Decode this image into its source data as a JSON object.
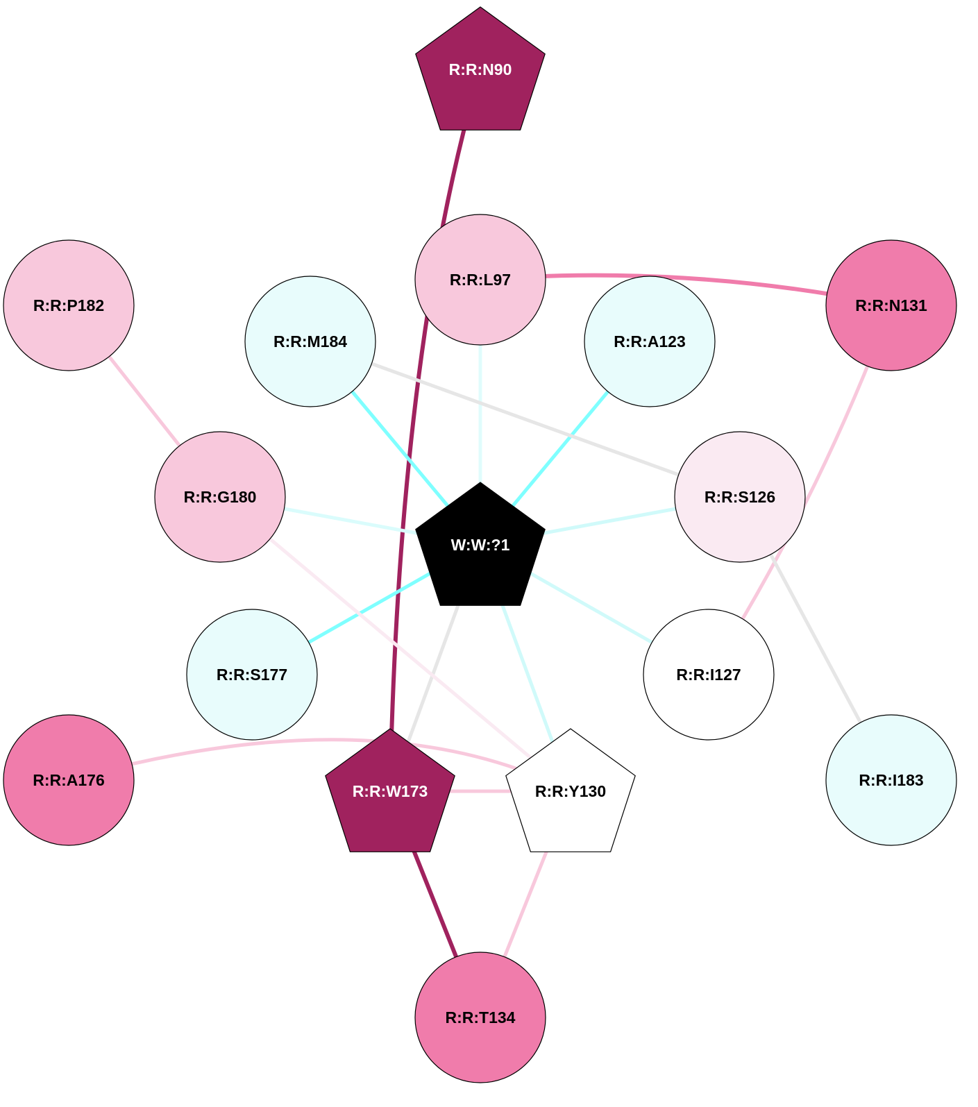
{
  "nodes": [
    {
      "id": "N90",
      "label": "R:R:N90",
      "shape": "pentagon",
      "fill": "#A0225E",
      "text": "#ffffff"
    },
    {
      "id": "L97",
      "label": "R:R:L97",
      "shape": "circle",
      "fill": "#F8C8DC",
      "text": "#000000"
    },
    {
      "id": "N131",
      "label": "R:R:N131",
      "shape": "circle",
      "fill": "#F07CAB",
      "text": "#000000"
    },
    {
      "id": "P182",
      "label": "R:R:P182",
      "shape": "circle",
      "fill": "#F8C8DC",
      "text": "#000000"
    },
    {
      "id": "M184",
      "label": "R:R:M184",
      "shape": "circle",
      "fill": "#E8FCFC",
      "text": "#000000"
    },
    {
      "id": "A123",
      "label": "R:R:A123",
      "shape": "circle",
      "fill": "#E8FCFC",
      "text": "#000000"
    },
    {
      "id": "G180",
      "label": "R:R:G180",
      "shape": "circle",
      "fill": "#F8C8DC",
      "text": "#000000"
    },
    {
      "id": "S126",
      "label": "R:R:S126",
      "shape": "circle",
      "fill": "#FAEAF2",
      "text": "#000000"
    },
    {
      "id": "W1",
      "label": "W:W:?1",
      "shape": "pentagon",
      "fill": "#000000",
      "text": "#ffffff"
    },
    {
      "id": "S177",
      "label": "R:R:S177",
      "shape": "circle",
      "fill": "#E8FCFC",
      "text": "#000000"
    },
    {
      "id": "I127",
      "label": "R:R:I127",
      "shape": "circle",
      "fill": "#ffffff",
      "text": "#000000"
    },
    {
      "id": "I183",
      "label": "R:R:I183",
      "shape": "circle",
      "fill": "#E8FCFC",
      "text": "#000000"
    },
    {
      "id": "A176",
      "label": "R:R:A176",
      "shape": "circle",
      "fill": "#F07CAB",
      "text": "#000000"
    },
    {
      "id": "W173",
      "label": "R:R:W173",
      "shape": "pentagon",
      "fill": "#A0225E",
      "text": "#ffffff"
    },
    {
      "id": "Y130",
      "label": "R:R:Y130",
      "shape": "pentagon",
      "fill": "#ffffff",
      "text": "#000000"
    },
    {
      "id": "T134",
      "label": "R:R:T134",
      "shape": "circle",
      "fill": "#F07CAB",
      "text": "#000000"
    }
  ],
  "edges": [
    {
      "source": "N90",
      "target": "W173",
      "color": "#A0225E",
      "weight": "strong"
    },
    {
      "source": "L97",
      "target": "N131",
      "color": "#F07CAB",
      "weight": "strong"
    },
    {
      "source": "P182",
      "target": "G180",
      "color": "#F8C8DC",
      "weight": "medium"
    },
    {
      "source": "M184",
      "target": "W1",
      "color": "#7FFFFF",
      "weight": "medium"
    },
    {
      "source": "A123",
      "target": "W1",
      "color": "#7FFFFF",
      "weight": "medium"
    },
    {
      "source": "L97",
      "target": "W1",
      "color": "#E0FCFC",
      "weight": "medium"
    },
    {
      "source": "G180",
      "target": "W1",
      "color": "#DAFCFC",
      "weight": "medium"
    },
    {
      "source": "S126",
      "target": "W1",
      "color": "#D0FAFA",
      "weight": "medium"
    },
    {
      "source": "M184",
      "target": "S126",
      "color": "#E6E6E6",
      "weight": "medium"
    },
    {
      "source": "N131",
      "target": "I127",
      "color": "#F8C8DC",
      "weight": "medium"
    },
    {
      "source": "S126",
      "target": "I183",
      "color": "#E6E6E6",
      "weight": "medium"
    },
    {
      "source": "W1",
      "target": "S177",
      "color": "#7FFFFF",
      "weight": "medium"
    },
    {
      "source": "W1",
      "target": "I127",
      "color": "#D0FAFA",
      "weight": "medium"
    },
    {
      "source": "W1",
      "target": "Y130",
      "color": "#D0FAFA",
      "weight": "medium"
    },
    {
      "source": "W1",
      "target": "W173",
      "color": "#E6E6E6",
      "weight": "medium"
    },
    {
      "source": "G180",
      "target": "Y130",
      "color": "#FAEAF2",
      "weight": "medium"
    },
    {
      "source": "A176",
      "target": "Y130",
      "color": "#F8C8DC",
      "weight": "medium"
    },
    {
      "source": "W173",
      "target": "Y130",
      "color": "#F8C8DC",
      "weight": "medium"
    },
    {
      "source": "W173",
      "target": "T134",
      "color": "#A0225E",
      "weight": "strong"
    },
    {
      "source": "Y130",
      "target": "T134",
      "color": "#F8C8DC",
      "weight": "medium"
    }
  ]
}
